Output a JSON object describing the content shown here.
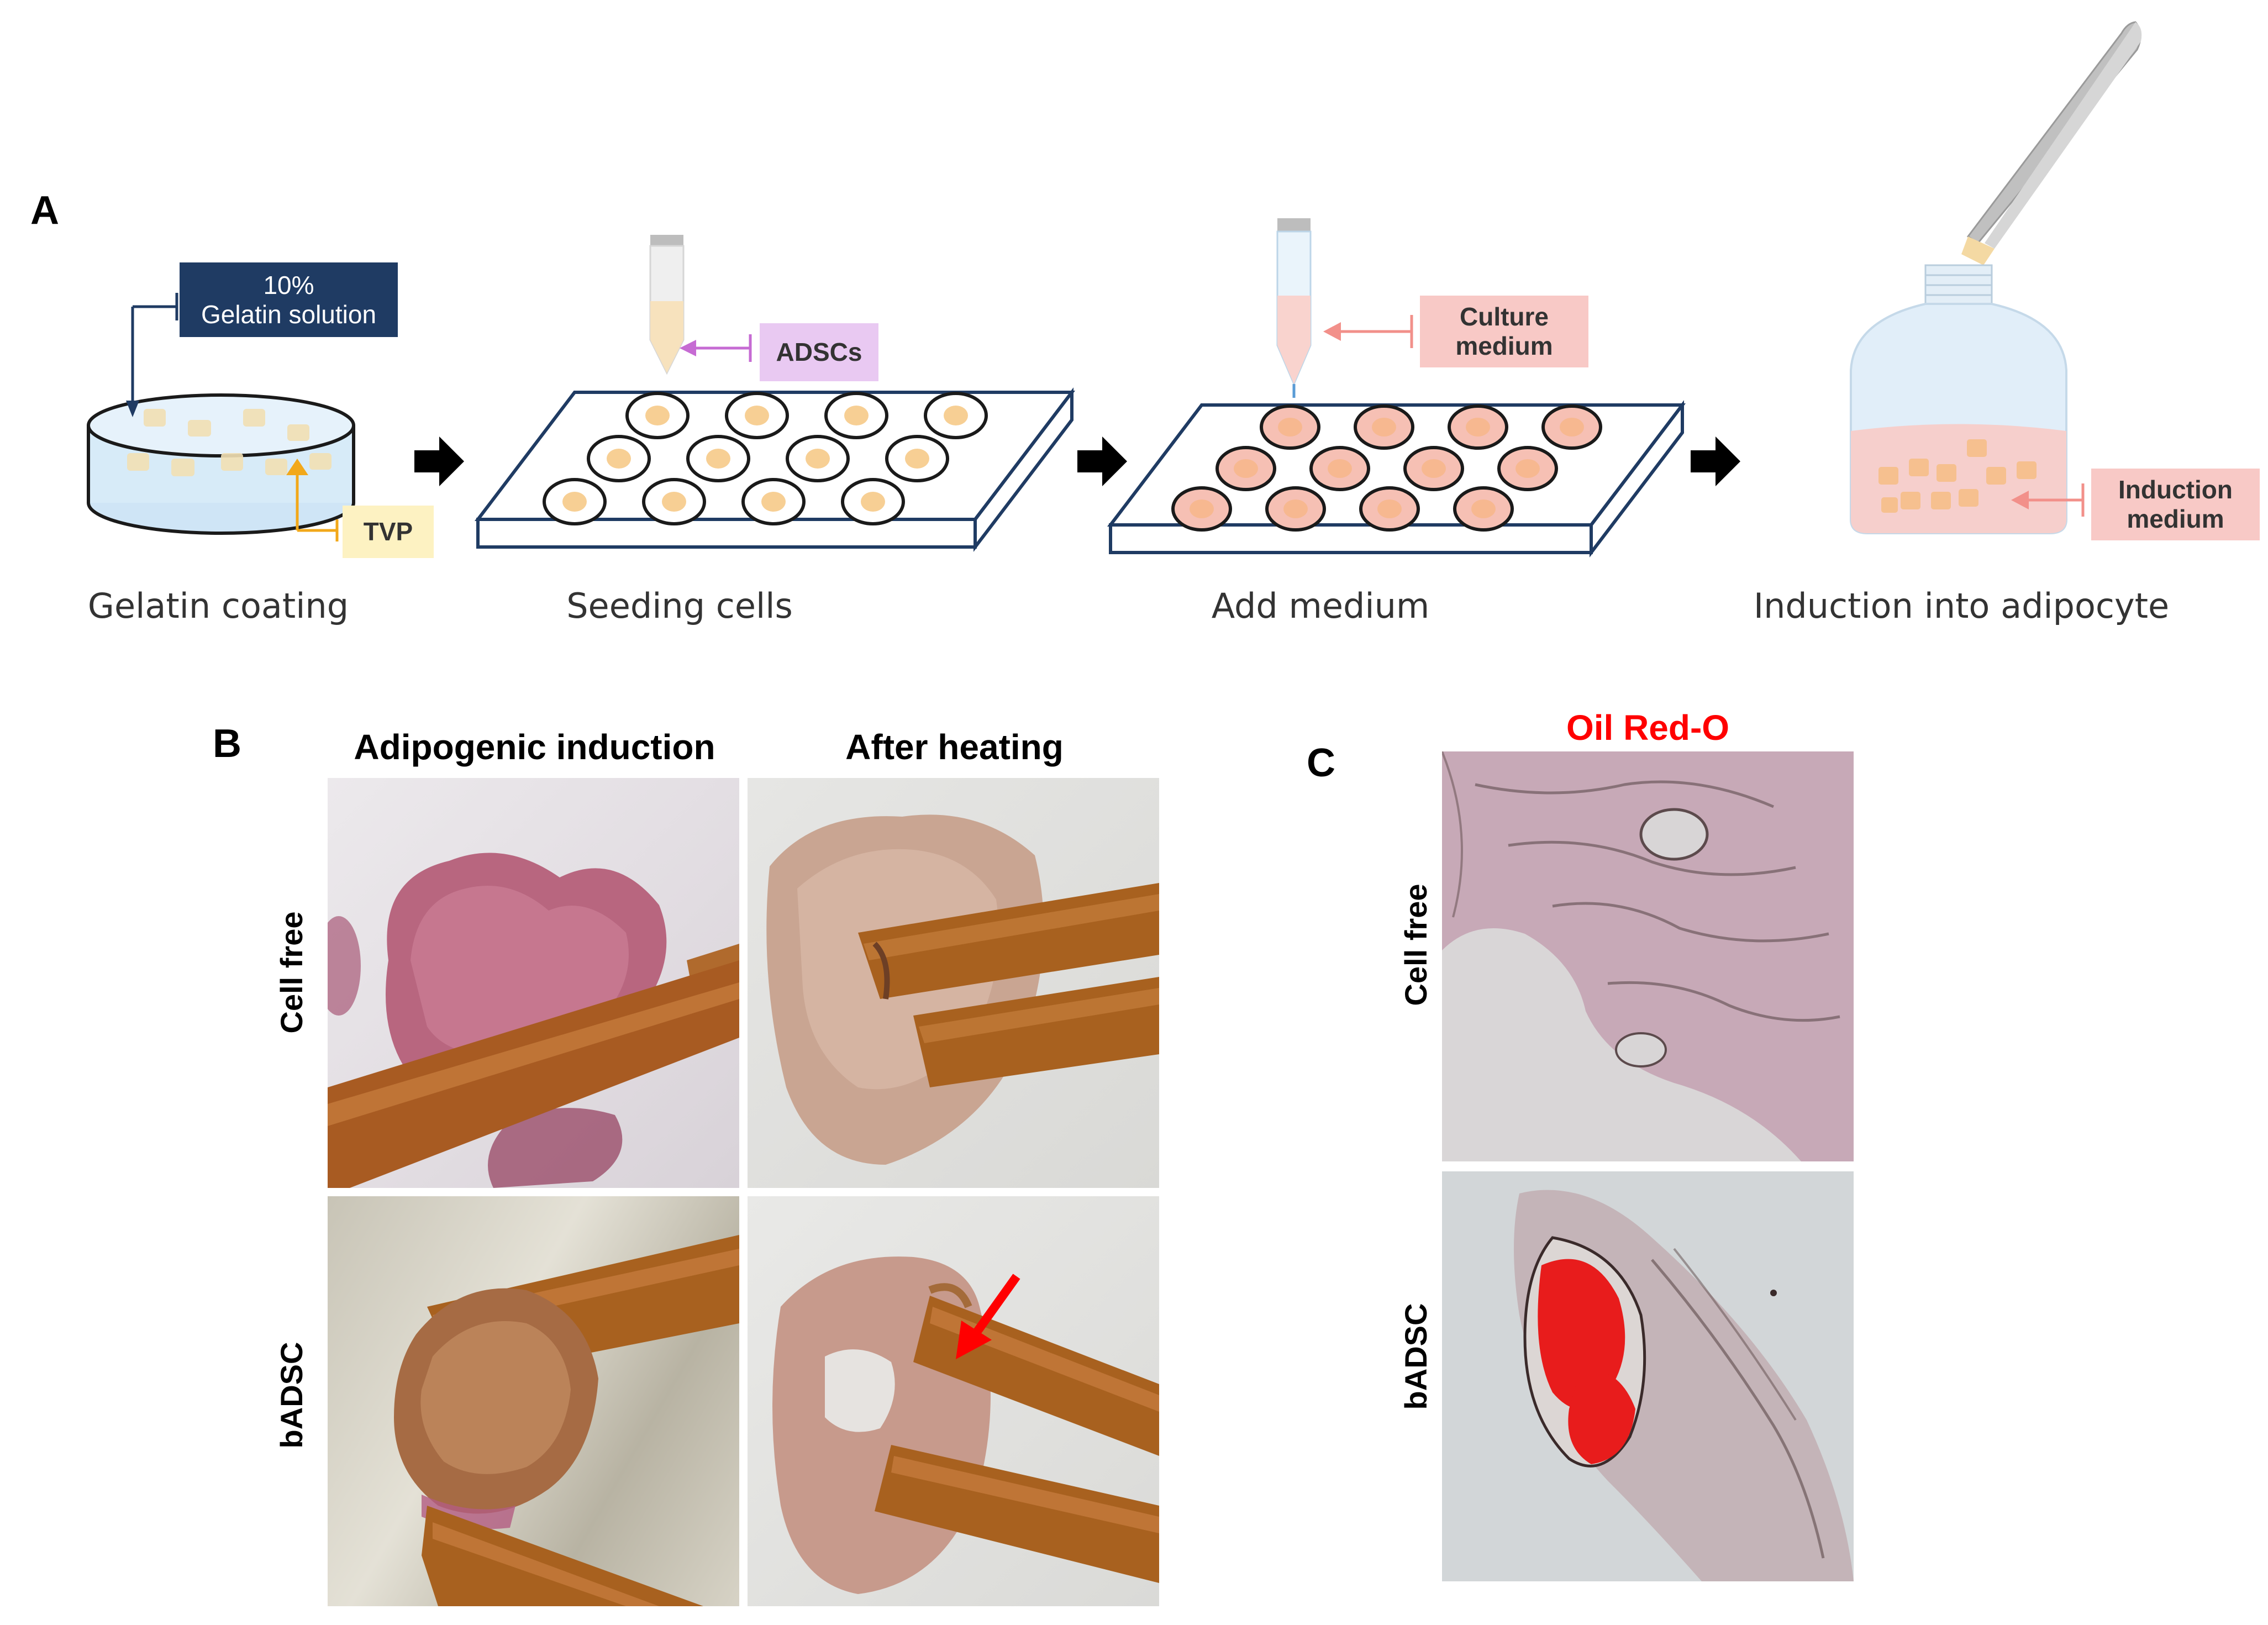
{
  "panels": {
    "A": "A",
    "B": "B",
    "C": "C"
  },
  "panel_a": {
    "steps": [
      "Gelatin coating",
      "Seeding cells",
      "Add medium",
      "Induction into adipocyte"
    ],
    "callouts": {
      "gelatin": [
        "10%",
        "Gelatin solution"
      ],
      "tvp": "TVP",
      "adscs": "ADSCs",
      "culture": [
        "Culture",
        "medium"
      ],
      "induction": [
        "Induction",
        "medium"
      ]
    },
    "colors": {
      "gelatin_box": "#1f3b63",
      "tvp_box": "#fdf2c2",
      "adscs_box": "#e9c9f2",
      "culture_box": "#f8c9c6",
      "induction_box": "#f8c9c6",
      "plate_outline": "#1f3b63"
    }
  },
  "panel_b": {
    "columns": [
      "Adipogenic induction",
      "After heating"
    ],
    "rows": [
      "Cell free",
      "bADSC"
    ]
  },
  "panel_c": {
    "title": "Oil Red-O",
    "title_color": "#ff0000",
    "rows": [
      "Cell free",
      "bADSC"
    ]
  }
}
